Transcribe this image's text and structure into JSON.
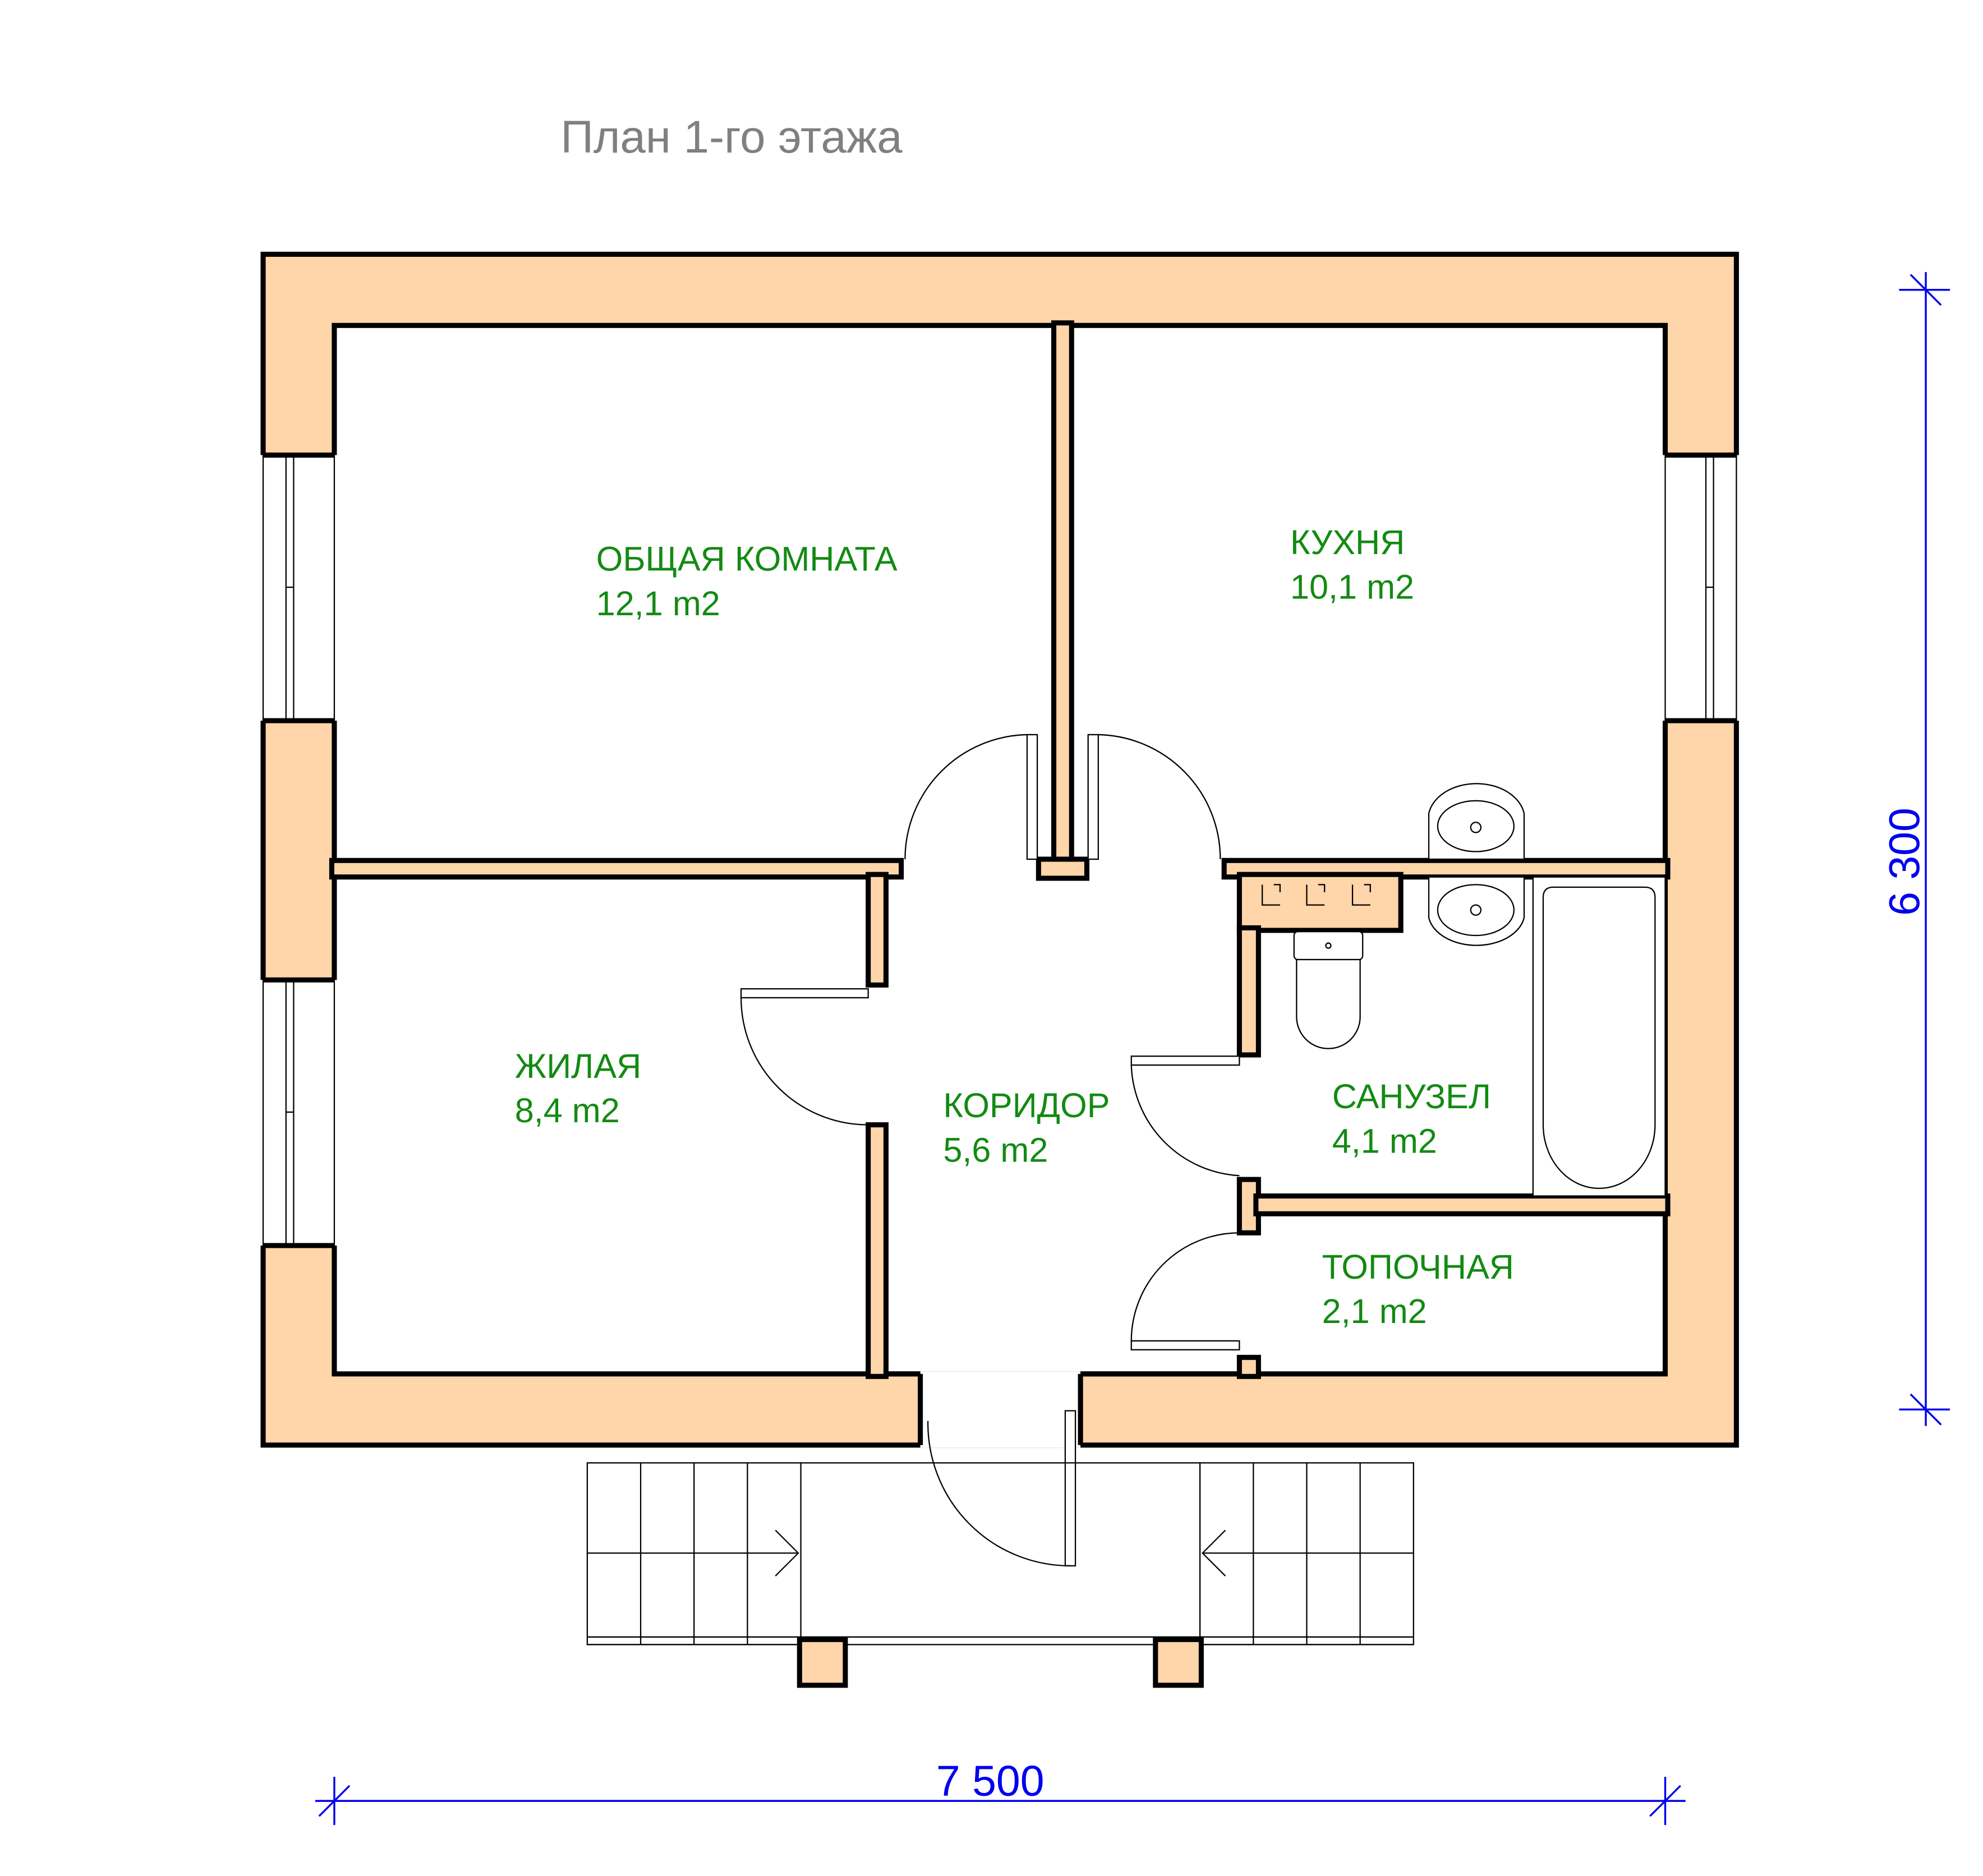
{
  "title": "План 1-го этажа",
  "rooms": [
    {
      "name": "ОБЩАЯ КОМНАТА",
      "area": "12,1 m2"
    },
    {
      "name": "КУХНЯ",
      "area": "10,1 m2"
    },
    {
      "name": "ЖИЛАЯ",
      "area": "8,4 m2"
    },
    {
      "name": "КОРИДОР",
      "area": "5,6 m2"
    },
    {
      "name": "САНУЗЕЛ",
      "area": "4,1 m2"
    },
    {
      "name": "ТОПОЧНАЯ",
      "area": "2,1 m2"
    }
  ],
  "dimensions": {
    "width": "7 500",
    "height": "6 300"
  },
  "colors": {
    "wall": "#FFD5AA",
    "label": "#138A13",
    "dimension": "#0000EE",
    "title": "#808080"
  }
}
